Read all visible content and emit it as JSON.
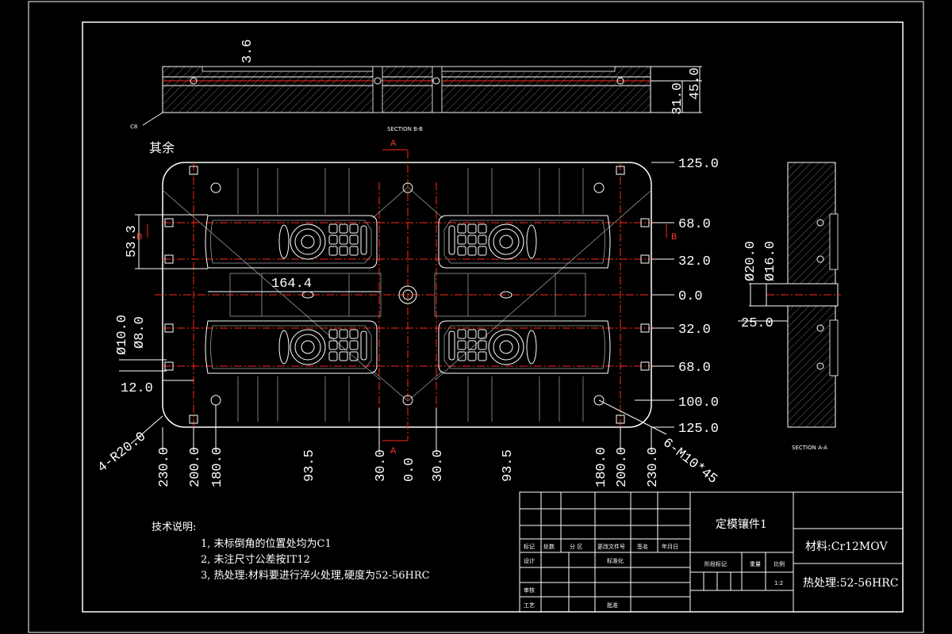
{
  "section_bb_label": "SECTION B-B",
  "section_aa_label": "SECTION A-A",
  "section_cut_a": "A",
  "section_cut_b": "B",
  "chamfer_mark": "C8",
  "roughness_mark": "其余",
  "top_view": {
    "dim_depth": "3.6",
    "dim_height_1": "31.0",
    "dim_height_2": "45.0"
  },
  "plan_view": {
    "y_dims": [
      "125.0",
      "68.0",
      "32.0",
      "0.0",
      "32.0",
      "68.0",
      "100.0",
      "125.0"
    ],
    "x_dims": [
      "230.0",
      "200.0",
      "180.0",
      "93.5",
      "30.0",
      "0.0",
      "30.0",
      "93.5",
      "180.0",
      "200.0",
      "230.0"
    ],
    "dim_53_3": "53.3",
    "dim_164_4": "164.4",
    "dim_d10": "Ø10.0",
    "dim_d8": "Ø8.0",
    "dim_12": "12.0",
    "radius_note": "4-R20.0",
    "thread_note": "6-M10*45"
  },
  "side_view": {
    "dim_d20": "Ø20.0",
    "dim_d16": "Ø16.0",
    "dim_25": "25.0"
  },
  "notes": {
    "title": "技术说明:",
    "items": [
      "1, 未标倒角的位置处均为C1",
      "2, 未注尺寸公差按IT12",
      "3, 热处理:材料要进行淬火处理,硬度为52-56HRC"
    ]
  },
  "title_block": {
    "part_name": "定模镶件1",
    "material": "材料:Cr12MOV",
    "heat_treatment": "热处理:52-56HRC",
    "header_cells": [
      "标记",
      "处数",
      "分 区",
      "更改文件号",
      "签名",
      "年月日"
    ],
    "row_labels": [
      "设计",
      "审核",
      "工艺"
    ],
    "standardize": "标准化",
    "approve": "批准",
    "stage_mark": "阶段标记",
    "weight": "重量",
    "scale": "比例",
    "scale_value": "1:2"
  }
}
